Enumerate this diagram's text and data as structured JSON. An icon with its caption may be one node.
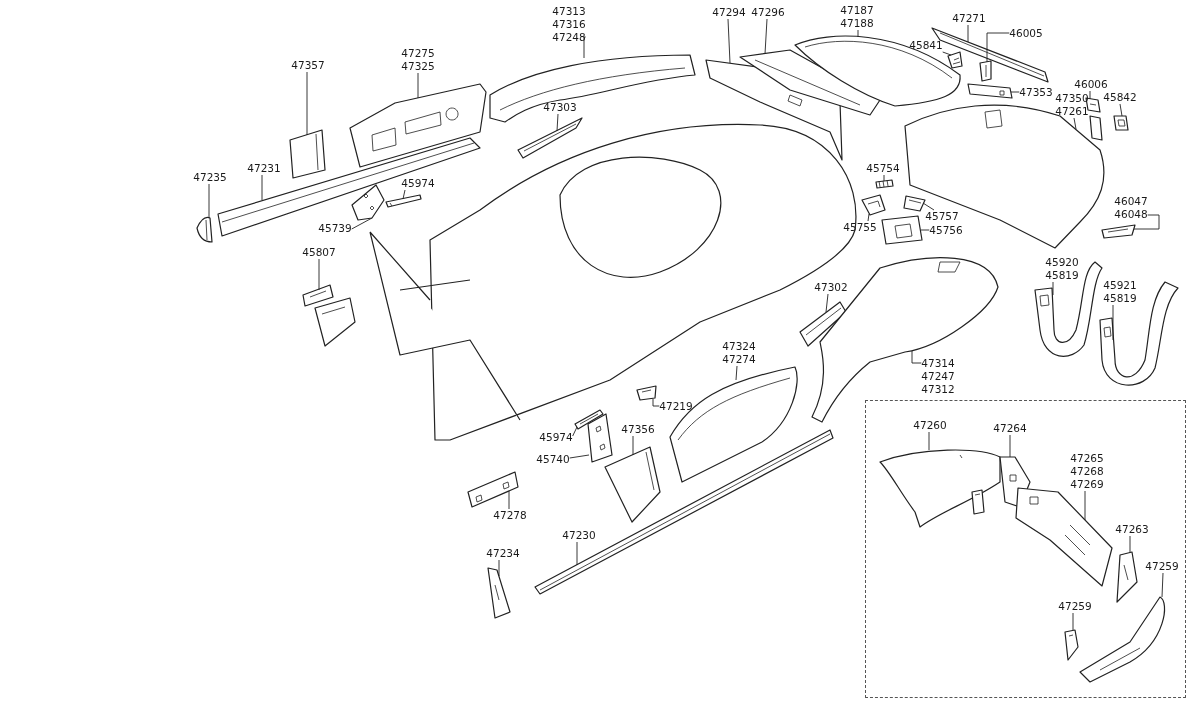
{
  "diagram": {
    "nodes": [
      {
        "text": [
          "47313",
          "47316",
          "47248"
        ]
      },
      {
        "text": [
          "47275",
          "47325"
        ]
      },
      {
        "text": [
          "47357"
        ]
      },
      {
        "text": [
          "47294"
        ]
      },
      {
        "text": [
          "47296"
        ]
      },
      {
        "text": [
          "47187",
          "47188"
        ]
      },
      {
        "text": [
          "47271"
        ]
      },
      {
        "text": [
          "45841"
        ]
      },
      {
        "text": [
          "46005"
        ]
      },
      {
        "text": [
          "47303"
        ]
      },
      {
        "text": [
          "47353"
        ]
      },
      {
        "text": [
          "46006"
        ]
      },
      {
        "text": [
          "47350",
          "47261"
        ]
      },
      {
        "text": [
          "45842"
        ]
      },
      {
        "text": [
          "47231"
        ]
      },
      {
        "text": [
          "47235"
        ]
      },
      {
        "text": [
          "45974"
        ]
      },
      {
        "text": [
          "45739"
        ]
      },
      {
        "text": [
          "45754"
        ]
      },
      {
        "text": [
          "45755"
        ]
      },
      {
        "text": [
          "45757"
        ]
      },
      {
        "text": [
          "45756"
        ]
      },
      {
        "text": [
          "46047",
          "46048"
        ]
      },
      {
        "text": [
          "45807"
        ]
      },
      {
        "text": [
          "45920",
          "45819"
        ]
      },
      {
        "text": [
          "45921",
          "45819"
        ]
      },
      {
        "text": [
          "47302"
        ]
      },
      {
        "text": [
          "47324",
          "47274"
        ]
      },
      {
        "text": [
          "47314",
          "47247",
          "47312"
        ]
      },
      {
        "text": [
          "47219"
        ]
      },
      {
        "text": [
          "45974"
        ]
      },
      {
        "text": [
          "45740"
        ]
      },
      {
        "text": [
          "47356"
        ]
      },
      {
        "text": [
          "47278"
        ]
      },
      {
        "text": [
          "47230"
        ]
      },
      {
        "text": [
          "47234"
        ]
      },
      {
        "text": [],
        "shape": "box"
      },
      {
        "text": [
          "47260"
        ],
        "in": 36
      },
      {
        "text": [
          "47264"
        ],
        "in": 36
      },
      {
        "text": [
          "47265",
          "47268",
          "47269"
        ],
        "in": 36
      },
      {
        "text": [
          "47263"
        ],
        "in": 36
      },
      {
        "text": [
          "47259"
        ],
        "in": 36
      },
      {
        "text": [
          "47259"
        ],
        "in": 36
      },
      {
        "text": [],
        "shape": "picture"
      },
      {
        "text": [],
        "shape": "picture"
      },
      {
        "text": [],
        "shape": "picture"
      },
      {
        "text": [],
        "shape": "picture"
      },
      {
        "text": [],
        "shape": "picture"
      },
      {
        "text": [],
        "shape": "picture"
      },
      {
        "text": [],
        "shape": "picture"
      },
      {
        "text": [],
        "shape": "picture"
      },
      {
        "text": [],
        "shape": "picture"
      },
      {
        "text": [],
        "shape": "picture"
      },
      {
        "text": [],
        "shape": "picture"
      },
      {
        "text": [],
        "shape": "picture"
      },
      {
        "text": [],
        "shape": "picture"
      },
      {
        "text": [],
        "shape": "picture"
      },
      {
        "text": [],
        "shape": "picture"
      },
      {
        "text": [],
        "shape": "picture"
      },
      {
        "text": [],
        "shape": "picture"
      },
      {
        "text": [],
        "shape": "picture"
      },
      {
        "text": [],
        "shape": "picture"
      },
      {
        "text": [],
        "shape": "picture"
      },
      {
        "text": [],
        "shape": "picture"
      },
      {
        "text": [],
        "shape": "picture"
      },
      {
        "text": [],
        "shape": "picture"
      },
      {
        "text": [],
        "shape": "picture"
      },
      {
        "text": [],
        "shape": "picture"
      },
      {
        "text": [],
        "shape": "picture"
      },
      {
        "text": [],
        "shape": "picture"
      },
      {
        "text": [],
        "shape": "picture"
      },
      {
        "text": [],
        "shape": "picture"
      },
      {
        "text": [],
        "shape": "picture"
      },
      {
        "text": [],
        "shape": "picture"
      },
      {
        "text": [],
        "shape": "picture"
      },
      {
        "text": [],
        "shape": "picture"
      },
      {
        "text": [],
        "shape": "picture"
      },
      {
        "text": [],
        "shape": "picture"
      },
      {
        "text": [],
        "shape": "picture"
      },
      {
        "text": [],
        "shape": "picture",
        "in": 36
      },
      {
        "text": [],
        "shape": "picture",
        "in": 36
      },
      {
        "text": [],
        "shape": "picture",
        "in": 36
      },
      {
        "text": [],
        "shape": "picture",
        "in": 36
      },
      {
        "text": [],
        "shape": "picture",
        "in": 36
      },
      {
        "text": [],
        "shape": "picture",
        "in": 36
      },
      {
        "text": [],
        "shape": "picture"
      },
      {
        "text": [],
        "shape": "picture",
        "in": 36
      }
    ],
    "edges": [
      {
        "from": 0,
        "to": 53,
        "arrow": "none"
      },
      {
        "from": 1,
        "to": 54,
        "arrow": "none"
      },
      {
        "from": 2,
        "to": 55,
        "arrow": "none"
      },
      {
        "from": 3,
        "to": 56,
        "arrow": "none"
      },
      {
        "from": 4,
        "to": 57,
        "arrow": "none"
      },
      {
        "from": 5,
        "to": 58,
        "arrow": "none"
      },
      {
        "from": 6,
        "to": 59,
        "arrow": "none"
      },
      {
        "from": 7,
        "to": 43,
        "arrow": "none"
      },
      {
        "from": 8,
        "to": 44,
        "arrow": "none"
      },
      {
        "from": 9,
        "to": 60,
        "arrow": "none"
      },
      {
        "from": 10,
        "to": 61,
        "arrow": "none"
      },
      {
        "from": 11,
        "to": 62,
        "arrow": "none"
      },
      {
        "from": 12,
        "to": 63,
        "arrow": "none"
      },
      {
        "from": 13,
        "to": 45,
        "arrow": "none"
      },
      {
        "from": 14,
        "to": 64,
        "arrow": "none"
      },
      {
        "from": 15,
        "to": 46,
        "arrow": "none"
      },
      {
        "from": 16,
        "to": 65,
        "arrow": "none"
      },
      {
        "from": 17,
        "to": 66,
        "arrow": "none"
      },
      {
        "from": 18,
        "to": 47,
        "arrow": "none"
      },
      {
        "from": 19,
        "to": 48,
        "arrow": "none"
      },
      {
        "from": 20,
        "to": 49,
        "arrow": "none"
      },
      {
        "from": 21,
        "to": 50,
        "arrow": "none"
      },
      {
        "from": 22,
        "to": 67,
        "arrow": "none"
      },
      {
        "from": 23,
        "to": 68,
        "arrow": "none"
      },
      {
        "from": 24,
        "to": 69,
        "arrow": "none"
      },
      {
        "from": 25,
        "to": 70,
        "arrow": "none"
      },
      {
        "from": 26,
        "to": 71,
        "arrow": "none"
      },
      {
        "from": 27,
        "to": 72,
        "arrow": "none"
      },
      {
        "from": 28,
        "to": 73,
        "arrow": "none"
      },
      {
        "from": 29,
        "to": 51,
        "arrow": "none"
      },
      {
        "from": 30,
        "to": 74,
        "arrow": "none"
      },
      {
        "from": 31,
        "to": 52,
        "arrow": "none"
      },
      {
        "from": 32,
        "to": 75,
        "arrow": "none"
      },
      {
        "from": 33,
        "to": 76,
        "arrow": "none"
      },
      {
        "from": 34,
        "to": 77,
        "arrow": "none"
      },
      {
        "from": 35,
        "to": 78,
        "arrow": "none"
      },
      {
        "from": 37,
        "to": 79,
        "arrow": "none"
      },
      {
        "from": 38,
        "to": 80,
        "arrow": "none"
      },
      {
        "from": 39,
        "to": 81,
        "arrow": "none"
      },
      {
        "from": 40,
        "to": 82,
        "arrow": "none"
      },
      {
        "from": 41,
        "to": 83,
        "arrow": "none"
      },
      {
        "from": 42,
        "to": 84,
        "arrow": "none"
      }
    ]
  }
}
